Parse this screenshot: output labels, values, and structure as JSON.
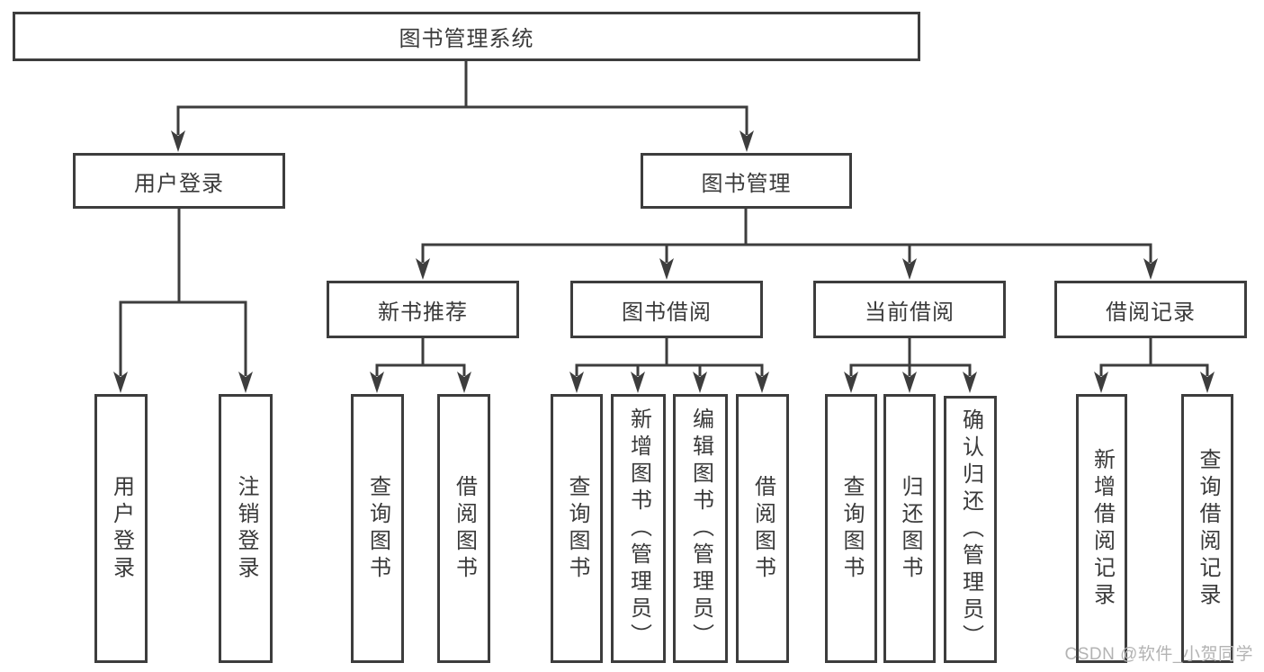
{
  "diagram": {
    "root": {
      "label": "图书管理系统"
    },
    "level2": [
      {
        "id": "user-login",
        "label": "用户登录"
      },
      {
        "id": "book-management",
        "label": "图书管理"
      }
    ],
    "level3": [
      {
        "id": "new-book-recommend",
        "label": "新书推荐"
      },
      {
        "id": "book-borrowing",
        "label": "图书借阅"
      },
      {
        "id": "current-borrowing",
        "label": "当前借阅"
      },
      {
        "id": "borrowing-records",
        "label": "借阅记录"
      }
    ],
    "leaves": [
      {
        "id": "user-login-leaf",
        "label": "用户登录"
      },
      {
        "id": "logout",
        "label": "注销登录"
      },
      {
        "id": "query-books-recommend",
        "label": "查询图书"
      },
      {
        "id": "borrow-books-recommend",
        "label": "借阅图书"
      },
      {
        "id": "query-books-borrowing",
        "label": "查询图书"
      },
      {
        "id": "add-books-admin",
        "label": "新增图书（管理员）"
      },
      {
        "id": "edit-books-admin",
        "label": "编辑图书（管理员）"
      },
      {
        "id": "borrow-books-borrowing",
        "label": "借阅图书"
      },
      {
        "id": "query-books-current",
        "label": "查询图书"
      },
      {
        "id": "return-books",
        "label": "归还图书"
      },
      {
        "id": "confirm-return-admin",
        "label": "确认归还（管理员）"
      },
      {
        "id": "add-borrow-record",
        "label": "新增借阅记录"
      },
      {
        "id": "query-borrow-record",
        "label": "查询借阅记录"
      }
    ]
  },
  "watermark": {
    "text": "CSDN @软件_小贺同学"
  },
  "colors": {
    "line": "#3d3d3d",
    "text": "#3a3a3a",
    "watermark": "#b3b3b3",
    "background": "#ffffff"
  }
}
